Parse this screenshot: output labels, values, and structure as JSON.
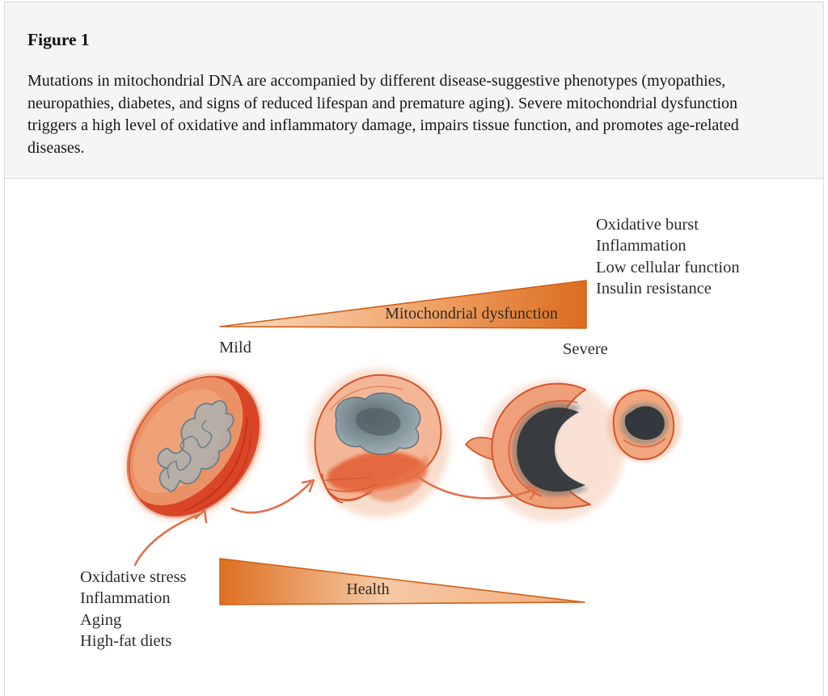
{
  "caption": {
    "title": "Figure 1",
    "body": "Mutations in mitochondrial DNA are accompanied by different disease-suggestive phenotypes (myopathies, neuropathies, diabetes, and signs of reduced lifespan and premature aging). Severe mitochondrial dysfunction triggers a high level of oxidative and inflammatory damage, impairs tissue function, and promotes age-related diseases.",
    "background_color": "#f5f5f5"
  },
  "figure": {
    "dysfunction_gradient_label": "Mitochondrial dysfunction",
    "health_gradient_label": "Health",
    "severity_scale": {
      "left": "Mild",
      "right": "Severe"
    },
    "severe_effects": [
      "Oxidative burst",
      "Inflammation",
      "Low cellular function",
      "Insulin resistance"
    ],
    "damage_causes": [
      "Oxidative stress",
      "Inflammation",
      "Aging",
      "High-fat diets"
    ],
    "colors": {
      "wedge_dark_orange": "#dd6e22",
      "wedge_light_orange": "#f8d5b6",
      "wedge_border": "#cf6018",
      "arrow_stroke": "#e0714a",
      "mito_outline": "#d4552f",
      "mito_body_salmon": "#f0a078",
      "mito_red": "#da4527",
      "cristae_blue_gray": "#9fb3bb",
      "damaged_dark": "#31373c"
    }
  }
}
